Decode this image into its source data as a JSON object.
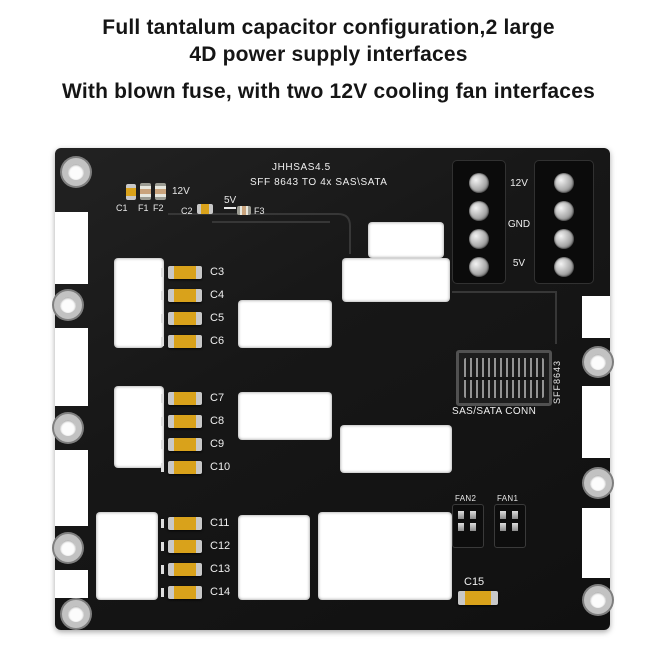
{
  "header": {
    "line1": "Full tantalum capacitor configuration,2 large",
    "line2": "4D power supply interfaces",
    "line3": "With blown fuse, with two 12V cooling fan interfaces"
  },
  "board": {
    "model": "JHHSAS4.5",
    "desc": "SFF 8643 TO 4x SAS\\SATA",
    "small": {
      "c1": "C1",
      "f1": "F1",
      "f2": "F2",
      "v12": "12V",
      "c2": "C2",
      "v5": "5V",
      "f3": "F3"
    },
    "power": {
      "v12": "12V",
      "gnd": "GND",
      "v5": "5V"
    },
    "sff": {
      "conn": "SAS/SATA CONN",
      "vert": "SFF8643"
    },
    "fan": {
      "fan2": "FAN2",
      "fan1": "FAN1"
    },
    "caps": {
      "g1": [
        "C3",
        "C4",
        "C5",
        "C6"
      ],
      "g2": [
        "C7",
        "C8",
        "C9",
        "C10"
      ],
      "g3": [
        "C11",
        "C12",
        "C13",
        "C14"
      ],
      "c15": "C15"
    },
    "colors": {
      "board": "#161616",
      "capacitor_yellow": "#d9a21b",
      "silkscreen_white": "#efefef"
    }
  }
}
